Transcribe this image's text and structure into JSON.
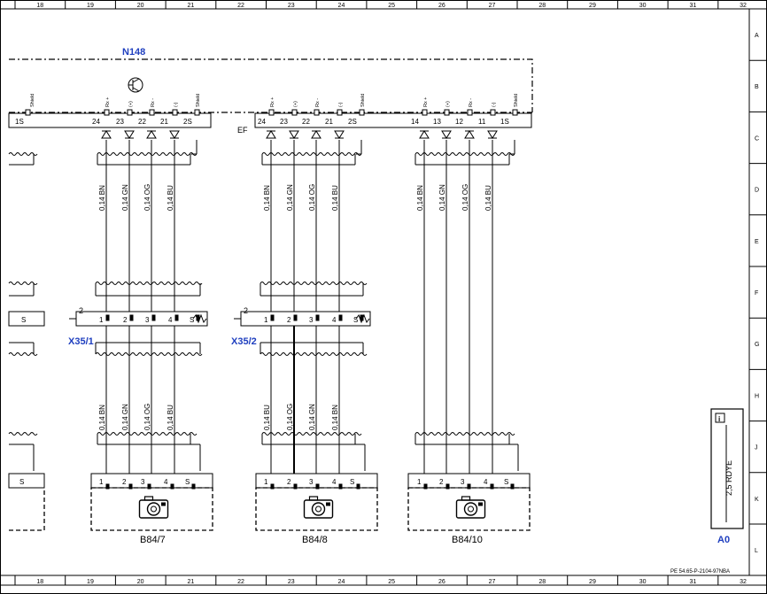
{
  "frame": {
    "columns": [
      "18",
      "19",
      "20",
      "21",
      "22",
      "23",
      "24",
      "25",
      "26",
      "27",
      "28",
      "29",
      "30",
      "31",
      "32"
    ],
    "rows": [
      "A",
      "B",
      "C",
      "D",
      "E",
      "F",
      "G",
      "H",
      "J",
      "K",
      "L"
    ]
  },
  "module": {
    "name": "N148",
    "ef_label": "EF",
    "groups": [
      {
        "pins": [
          "24",
          "23",
          "22",
          "21",
          "2S"
        ],
        "signals": [
          "Rx +",
          "(+)",
          "Rx -",
          "(-)",
          "Shield"
        ]
      },
      {
        "pins": [
          "24",
          "23",
          "22",
          "21",
          "2S"
        ],
        "signals": [
          "Rx +",
          "(+)",
          "Rx -",
          "(-)",
          "Shield"
        ]
      },
      {
        "pins": [
          "14",
          "13",
          "12",
          "11",
          "1S"
        ],
        "signals": [
          "Rx +",
          "(+)",
          "Rx -",
          "(-)",
          "Shield"
        ]
      }
    ],
    "left_partial": {
      "pin": "1S",
      "signal": "Shield"
    }
  },
  "wires_upper": [
    [
      "0,14 BN",
      "0,14 GN",
      "0,14 OG",
      "0,14 BU"
    ],
    [
      "0,14 BN",
      "0,14 GN",
      "0,14 OG",
      "0,14 BU"
    ],
    [
      "0,14 BN",
      "0,14 GN",
      "0,14 OG",
      "0,14 BU"
    ]
  ],
  "connectors": [
    {
      "name": "X35/1",
      "count": "2",
      "pins": [
        "1",
        "2",
        "3",
        "4",
        "S"
      ]
    },
    {
      "name": "X35/2",
      "count": "2",
      "pins": [
        "1",
        "2",
        "3",
        "4",
        "S"
      ]
    }
  ],
  "connector_partial_pin": "S",
  "wires_lower": [
    [
      "0,14 BN",
      "0,14 GN",
      "0,14 OG",
      "0,14 BU"
    ],
    [
      "0,14 BU",
      "0,14 OG",
      "0,14 GN",
      "0,14 BN"
    ]
  ],
  "cameras": [
    {
      "name": "B84/7",
      "pins": [
        "1",
        "2",
        "3",
        "4",
        "S"
      ]
    },
    {
      "name": "B84/8",
      "pins": [
        "1",
        "2",
        "3",
        "4",
        "S"
      ]
    },
    {
      "name": "B84/10",
      "pins": [
        "1",
        "2",
        "3",
        "4",
        "S"
      ]
    }
  ],
  "camera_partial_pin": "S",
  "info_box": {
    "icon": "i",
    "wire": "2,5 RDYE",
    "ref": "A0"
  },
  "doc_number": "PE 54.65-P-2104-97NBA"
}
